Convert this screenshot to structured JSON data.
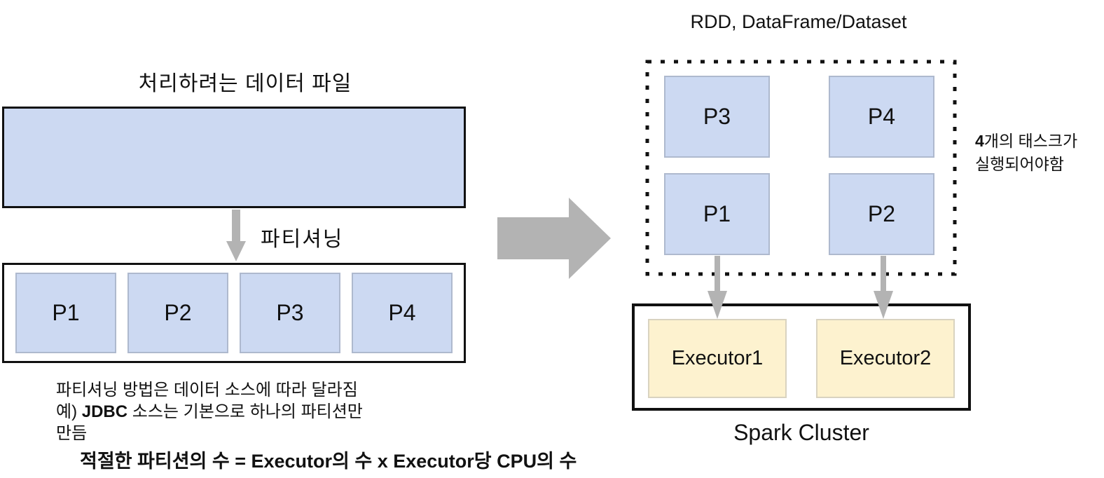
{
  "left": {
    "title": "처리하려는 데이터 파일",
    "arrow_label": "파티셔닝",
    "partitions": [
      "P1",
      "P2",
      "P3",
      "P4"
    ],
    "note": {
      "line1": "파티셔닝 방법은 데이터 소스에 따라 달라짐",
      "line2_prefix": "예) ",
      "line2_bold": "JDBC",
      "line2_rest": " 소스는 기본으로 하나의 파티션만",
      "line3": "만듬"
    },
    "formula": "적절한 파티션의 수 = Executor의 수 x Executor당 CPU의 수"
  },
  "right": {
    "title": "RDD, DataFrame/Dataset",
    "partitions_top": [
      "P3",
      "P4"
    ],
    "partitions_bottom": [
      "P1",
      "P2"
    ],
    "annotation": {
      "line1_bold": "4",
      "line1_rest": "개의 태스크가",
      "line2": "실행되어야함"
    },
    "cluster": {
      "executors": [
        "Executor1",
        "Executor2"
      ],
      "label": "Spark Cluster"
    }
  },
  "colors": {
    "partition_fill": "#ccd9f2",
    "partition_border": "#aeb9ce",
    "executor_fill": "#fdf2cf",
    "executor_border": "#d9d3c0",
    "arrow_gray": "#b3b3b3",
    "outline_black": "#111111"
  }
}
